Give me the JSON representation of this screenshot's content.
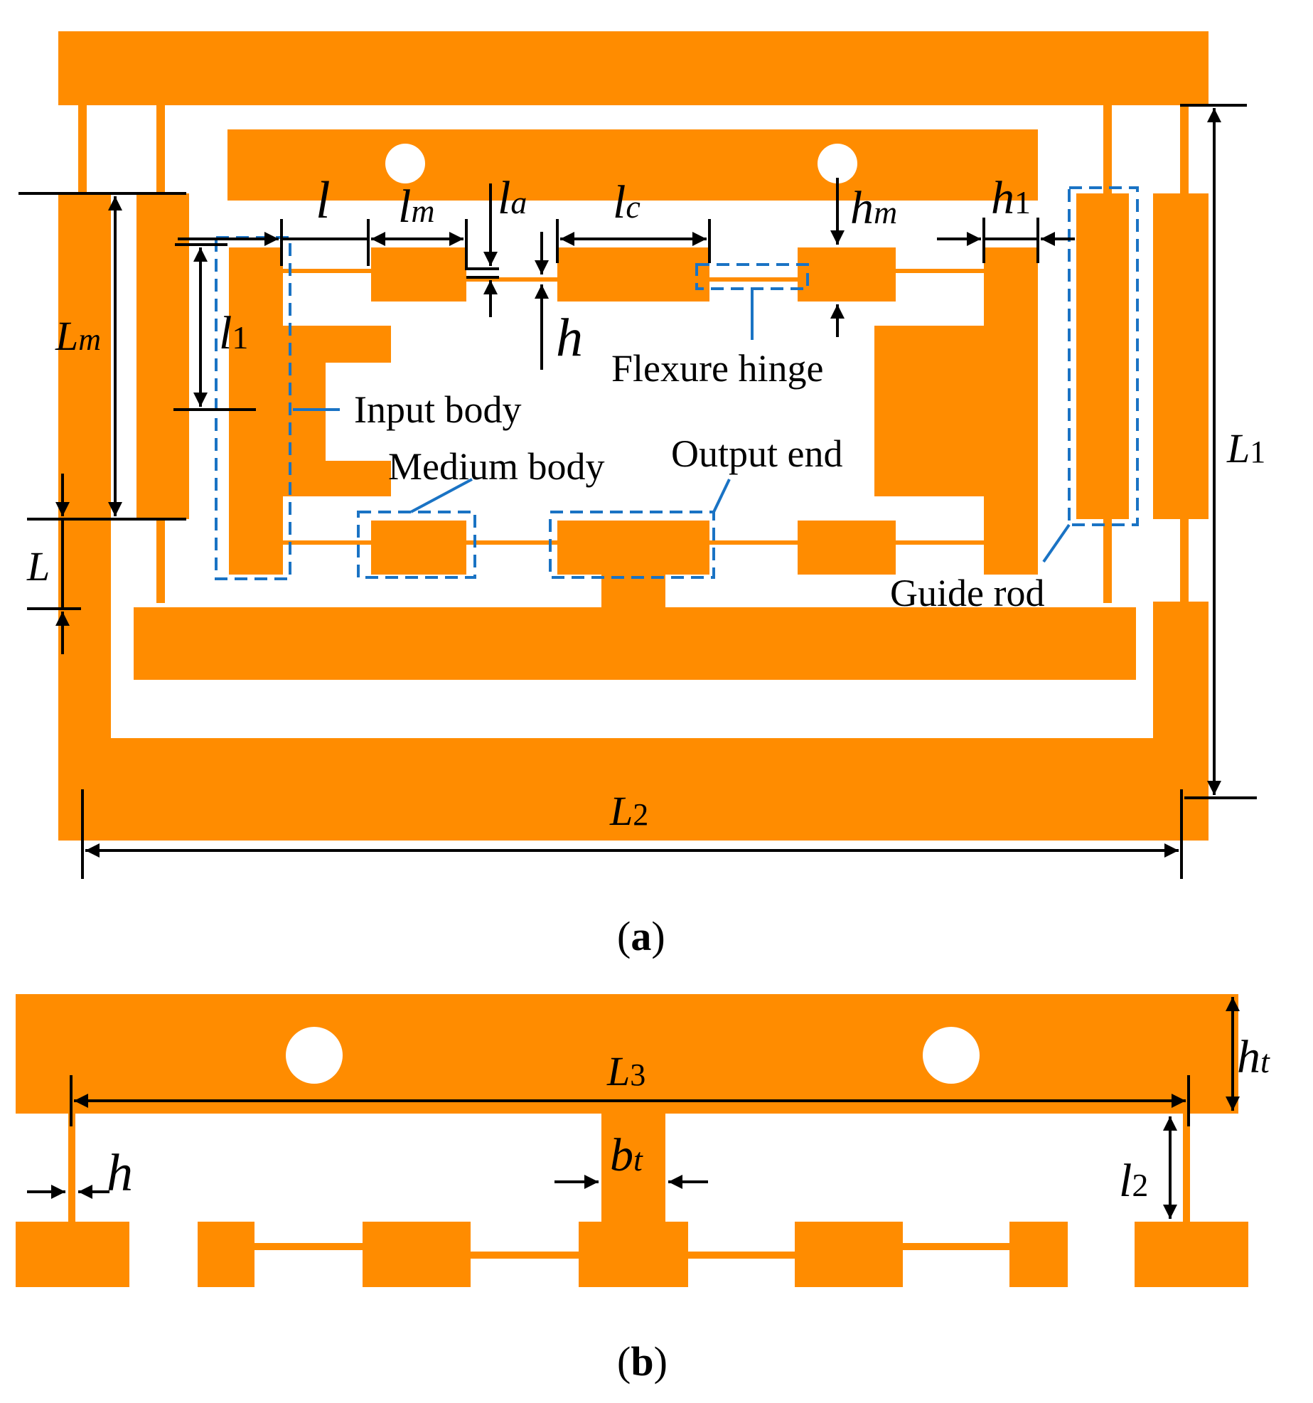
{
  "colors": {
    "body": "#ff8c00",
    "annotation": "#1a73c4",
    "dimension": "#000000",
    "background": "#ffffff"
  },
  "panel_a": {
    "caption": {
      "open": "(",
      "letter": "a",
      "close": ")"
    },
    "labels": {
      "input_body": "Input body",
      "medium_body": "Medium body",
      "output_end": "Output end",
      "flexure_hinge": "Flexure hinge",
      "guide_rod": "Guide rod"
    },
    "dims": {
      "l": {
        "main": "l",
        "sub": ""
      },
      "lm": {
        "main": "l",
        "sub": "m"
      },
      "la": {
        "main": "l",
        "sub": "a"
      },
      "lc": {
        "main": "l",
        "sub": "c"
      },
      "hm": {
        "main": "h",
        "sub": "m"
      },
      "h1": {
        "main": "h",
        "sub": "1"
      },
      "l1": {
        "main": "l",
        "sub": "1"
      },
      "Lm": {
        "main": "L",
        "sub": "m"
      },
      "L": {
        "main": "L",
        "sub": ""
      },
      "h": {
        "main": "h",
        "sub": ""
      },
      "L1": {
        "main": "L",
        "sub": "1"
      },
      "L2": {
        "main": "L",
        "sub": "2"
      }
    }
  },
  "panel_b": {
    "caption": {
      "open": "(",
      "letter": "b",
      "close": ")"
    },
    "dims": {
      "L3": {
        "main": "L",
        "sub": "3"
      },
      "ht": {
        "main": "h",
        "sub": "t"
      },
      "h": {
        "main": "h",
        "sub": ""
      },
      "bt": {
        "main": "b",
        "sub": "t"
      },
      "l2": {
        "main": "l",
        "sub": "2"
      }
    }
  }
}
